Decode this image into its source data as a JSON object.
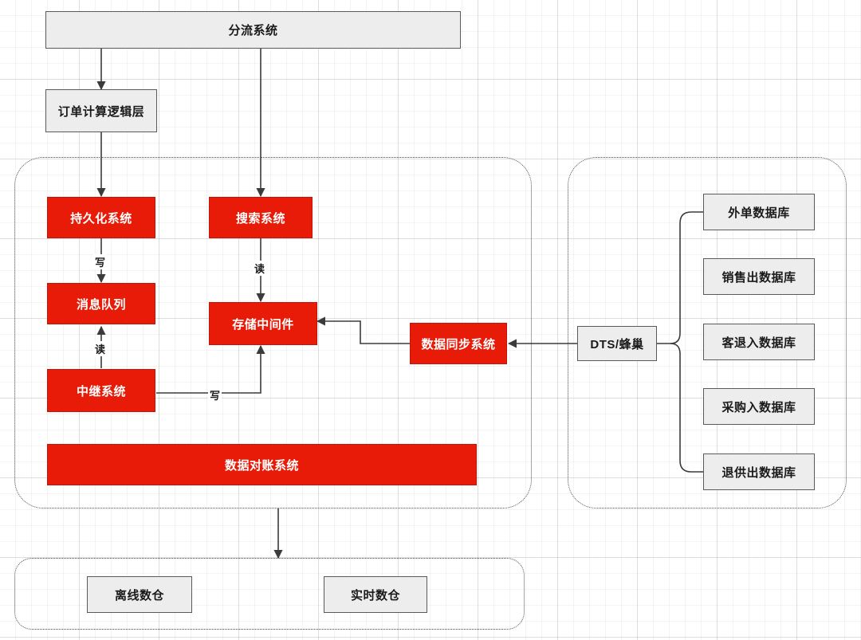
{
  "diagram": {
    "title_present": false,
    "colors": {
      "red_fill": "#e81b08",
      "red_border": "#c21707",
      "grey_fill": "#ededed",
      "grey_border": "#5a5a5a",
      "group_border": "#4d4d4d",
      "line": "#3b3b3b",
      "text_dark": "#1a1a1a",
      "text_light": "#ffffff"
    },
    "nodes": {
      "dispatch_system": "分流系统",
      "order_calc_layer": "订单计算逻辑层",
      "persistence_system": "持久化系统",
      "search_system": "搜索系统",
      "message_queue": "消息队列",
      "storage_middleware": "存储中间件",
      "relay_system": "中继系统",
      "data_sync_system": "数据同步系统",
      "data_reconciliation_system": "数据对账系统",
      "dts_hive": "DTS/蜂巢",
      "offline_warehouse": "离线数仓",
      "realtime_warehouse": "实时数仓"
    },
    "databases": [
      "外单数据库",
      "销售出数据库",
      "客退入数据库",
      "采购入数据库",
      "退供出数据库"
    ],
    "edge_labels": {
      "persistence_to_mq": "写",
      "search_to_storage": "读",
      "relay_to_mq": "读",
      "relay_to_storage": "写"
    }
  }
}
